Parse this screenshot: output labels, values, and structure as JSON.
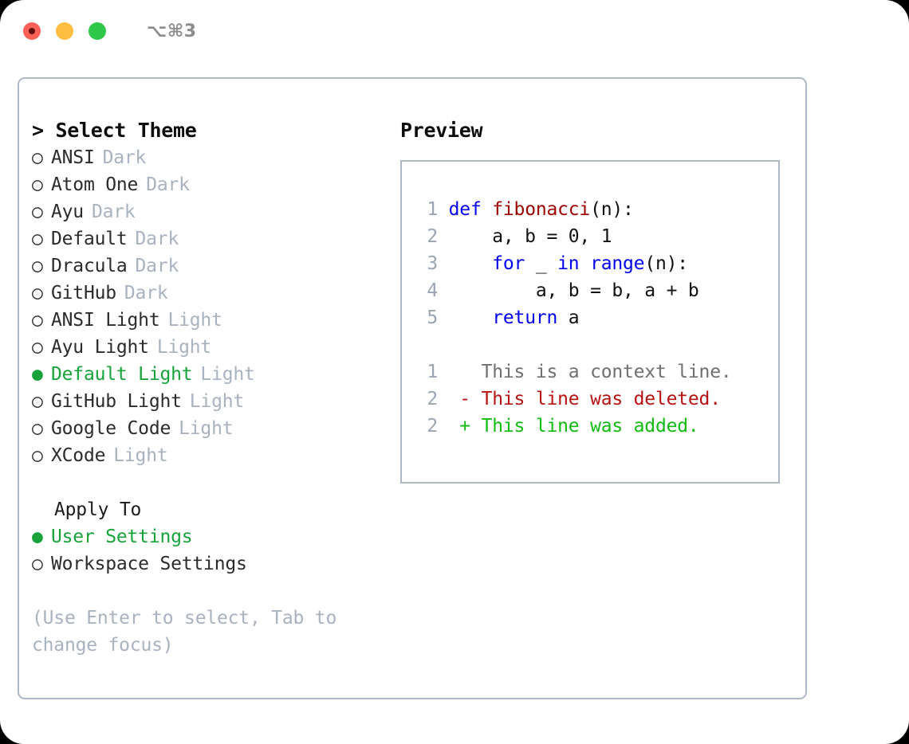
{
  "titlebar": {
    "shortcut": "⌥⌘3",
    "buttons": [
      {
        "name": "close",
        "color": "#fb6058"
      },
      {
        "name": "minimize",
        "color": "#fcbd41"
      },
      {
        "name": "maximize",
        "color": "#2fc84a"
      }
    ]
  },
  "theme_picker": {
    "heading": "> Select Theme",
    "bullet_unselected": "○",
    "bullet_selected": "●",
    "items": [
      {
        "label": "ANSI",
        "tag": "Dark",
        "selected": false
      },
      {
        "label": "Atom One",
        "tag": "Dark",
        "selected": false
      },
      {
        "label": "Ayu",
        "tag": "Dark",
        "selected": false
      },
      {
        "label": "Default",
        "tag": "Dark",
        "selected": false
      },
      {
        "label": "Dracula",
        "tag": "Dark",
        "selected": false
      },
      {
        "label": "GitHub",
        "tag": "Dark",
        "selected": false
      },
      {
        "label": "ANSI Light",
        "tag": "Light",
        "selected": false
      },
      {
        "label": "Ayu Light",
        "tag": "Light",
        "selected": false
      },
      {
        "label": "Default Light",
        "tag": "Light",
        "selected": true
      },
      {
        "label": "GitHub Light",
        "tag": "Light",
        "selected": false
      },
      {
        "label": "Google Code",
        "tag": "Light",
        "selected": false
      },
      {
        "label": "XCode",
        "tag": "Light",
        "selected": false
      }
    ]
  },
  "apply_to": {
    "header": "Apply To",
    "items": [
      {
        "label": "User Settings",
        "selected": true
      },
      {
        "label": "Workspace Settings",
        "selected": false
      }
    ]
  },
  "hint": "(Use Enter to select, Tab to change focus)",
  "preview": {
    "title": "Preview",
    "code_lines": [
      {
        "number": "1",
        "tokens": [
          {
            "text": "def ",
            "kind": "kw"
          },
          {
            "text": "fibonacci",
            "kind": "fn"
          },
          {
            "text": "(n):",
            "kind": "pl"
          }
        ]
      },
      {
        "number": "2",
        "tokens": [
          {
            "text": "    a, b = 0, 1",
            "kind": "pl"
          }
        ]
      },
      {
        "number": "3",
        "tokens": [
          {
            "text": "    ",
            "kind": "pl"
          },
          {
            "text": "for",
            "kind": "kw"
          },
          {
            "text": " _ ",
            "kind": "pl"
          },
          {
            "text": "in range",
            "kind": "kw"
          },
          {
            "text": "(n):",
            "kind": "pl"
          }
        ]
      },
      {
        "number": "4",
        "tokens": [
          {
            "text": "        a, b = b, a + b",
            "kind": "pl"
          }
        ]
      },
      {
        "number": "5",
        "tokens": [
          {
            "text": "    ",
            "kind": "pl"
          },
          {
            "text": "return",
            "kind": "kw"
          },
          {
            "text": " a",
            "kind": "pl"
          }
        ]
      }
    ],
    "diff_lines": [
      {
        "number": "1",
        "marker": " ",
        "text": " This is a context line.",
        "kind": "ctx"
      },
      {
        "number": "2",
        "marker": "-",
        "text": " This line was deleted.",
        "kind": "del"
      },
      {
        "number": "2",
        "marker": "+",
        "text": " This line was added.",
        "kind": "add"
      }
    ]
  },
  "colors": {
    "accent_green": "#18a33a",
    "muted": "#a8b2c0",
    "border": "#aeb8c6",
    "keyword_blue": "#0000ef",
    "function_red": "#9c0000",
    "diff_delete": "#b81111",
    "diff_add": "#12bb12"
  }
}
